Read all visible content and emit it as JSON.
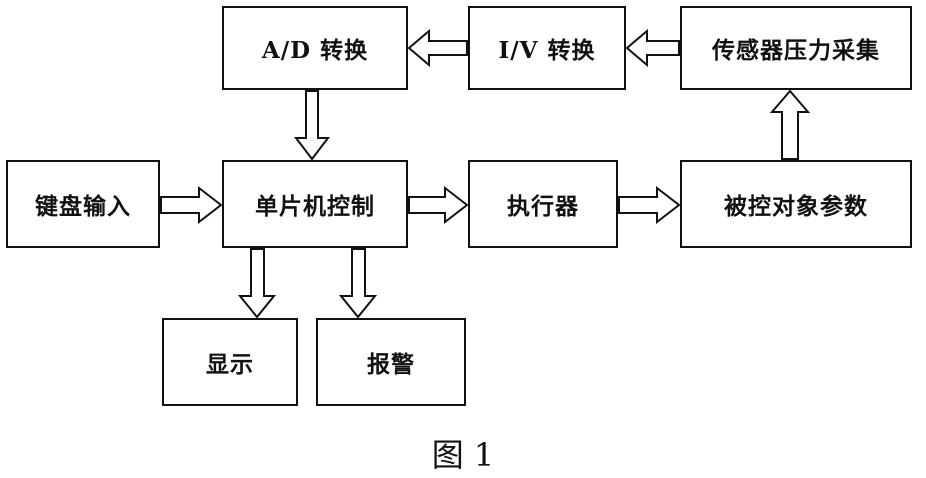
{
  "blocks": {
    "ad_convert": "A/D 转换",
    "iv_convert": "I/V 转换",
    "sensor_acquire": "传感器压力采集",
    "keyboard_input": "键盘输入",
    "mcu_control": "单片机控制",
    "actuator": "执行器",
    "controlled_params": "被控对象参数",
    "display": "显示",
    "alarm": "报警"
  },
  "caption": "图 1"
}
